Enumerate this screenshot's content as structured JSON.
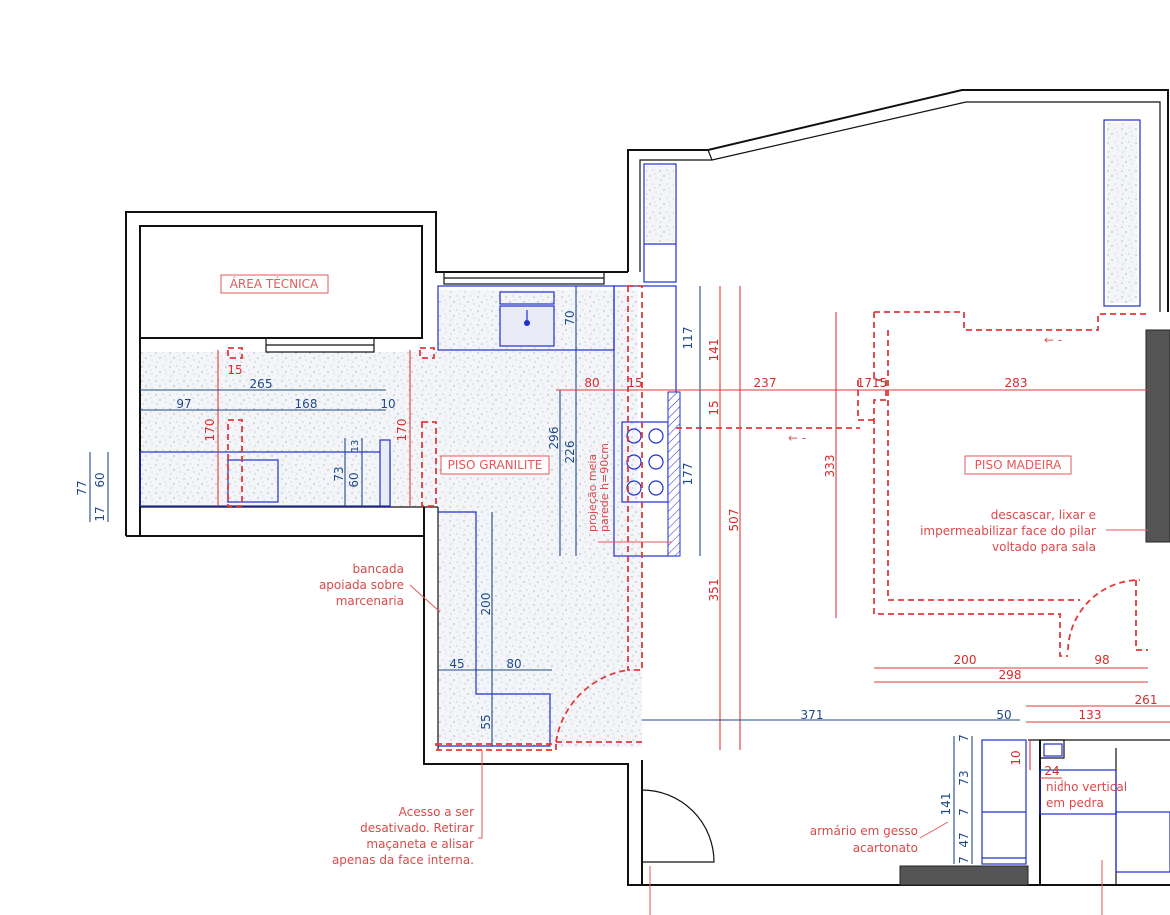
{
  "rooms": {
    "area_tecnica": "ÁREA TÉCNICA",
    "piso_granilite": "PISO GRANILITE",
    "piso_madeira": "PISO MADEIRA"
  },
  "notes": {
    "bancada": [
      "bancada",
      "apoiada sobre",
      "marcenaria"
    ],
    "acesso": [
      "Acesso a ser",
      "desativado. Retirar",
      "maçaneta e alisar",
      "apenas da face interna."
    ],
    "pilar": [
      "descascar, lixar e",
      "impermeabilizar face do pilar",
      "voltado para sala"
    ],
    "armario": [
      "armário em gesso",
      "acartonato"
    ],
    "nicho": [
      "nicho vertical",
      "em pedra"
    ],
    "projecao": [
      "projeção meia",
      "parede h=90cm"
    ]
  },
  "dimensions": {
    "d15a": "15",
    "d265": "265",
    "d97": "97",
    "d168": "168",
    "d10a": "10",
    "d170a": "170",
    "d170b": "170",
    "d73a": "73",
    "d60a": "60",
    "d13": "13",
    "d77": "77",
    "d60b": "60",
    "d17a": "17",
    "d70": "70",
    "d296": "296",
    "d226": "226",
    "d80a": "80",
    "d15b": "15",
    "d117": "117",
    "d141a": "141",
    "d15c": "15",
    "d177": "177",
    "d237": "237",
    "d1715": "1715",
    "d283": "283",
    "d333": "333",
    "d507": "507",
    "d351": "351",
    "d200a": "200",
    "d45": "45",
    "d80b": "80",
    "d55": "55",
    "d200b": "200",
    "d98": "98",
    "d298": "298",
    "d261": "261",
    "d133": "133",
    "d371": "371",
    "d50": "50",
    "d10b": "10",
    "d24": "24",
    "d7a": "7",
    "d73b": "73",
    "d141b": "141",
    "d7b": "7",
    "d47": "47",
    "d7c": "7"
  },
  "colors": {
    "wall": "#111111",
    "cabinet_outline": "#1f2fd0",
    "demolition_dashed": "#e23a3a",
    "dimension_navy": "#1f4a8a",
    "dimension_red": "#d92b2b",
    "pillar_fill": "#555555"
  }
}
